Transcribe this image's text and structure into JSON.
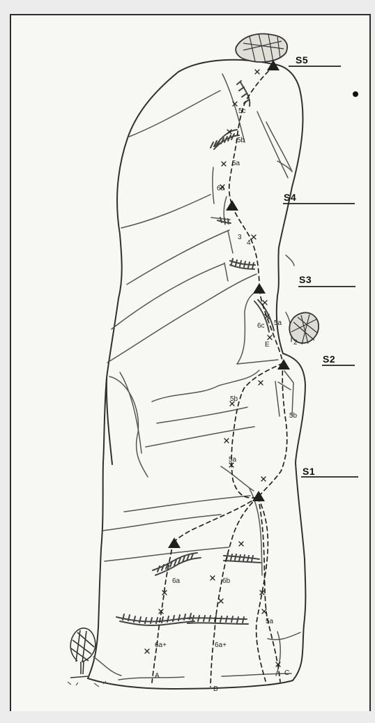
{
  "stations": [
    {
      "id": "s5",
      "label": "S5"
    },
    {
      "id": "s4",
      "label": "S4"
    },
    {
      "id": "s3",
      "label": "S3"
    },
    {
      "id": "s2",
      "label": "S2"
    },
    {
      "id": "s1",
      "label": "S1"
    }
  ],
  "grades": {
    "g5c": "5c",
    "g5b_top": "5b",
    "g5a_top": "5a",
    "g6a_top": "6a",
    "g3": "3",
    "g4": "4",
    "g6c": "6c",
    "g5a_s3": "5a",
    "gE": "E",
    "g2": "2",
    "g5b_mid_left": "5b",
    "g5b_mid_right": "5b",
    "g5a_mid": "5a",
    "g6a_low": "6a",
    "g6b_low": "6b",
    "g5a_right": "5a",
    "g6aplus_left": "6a+",
    "g6aplus_mid": "6a+"
  },
  "routes": {
    "a": "A",
    "b": "B",
    "c": "C"
  }
}
